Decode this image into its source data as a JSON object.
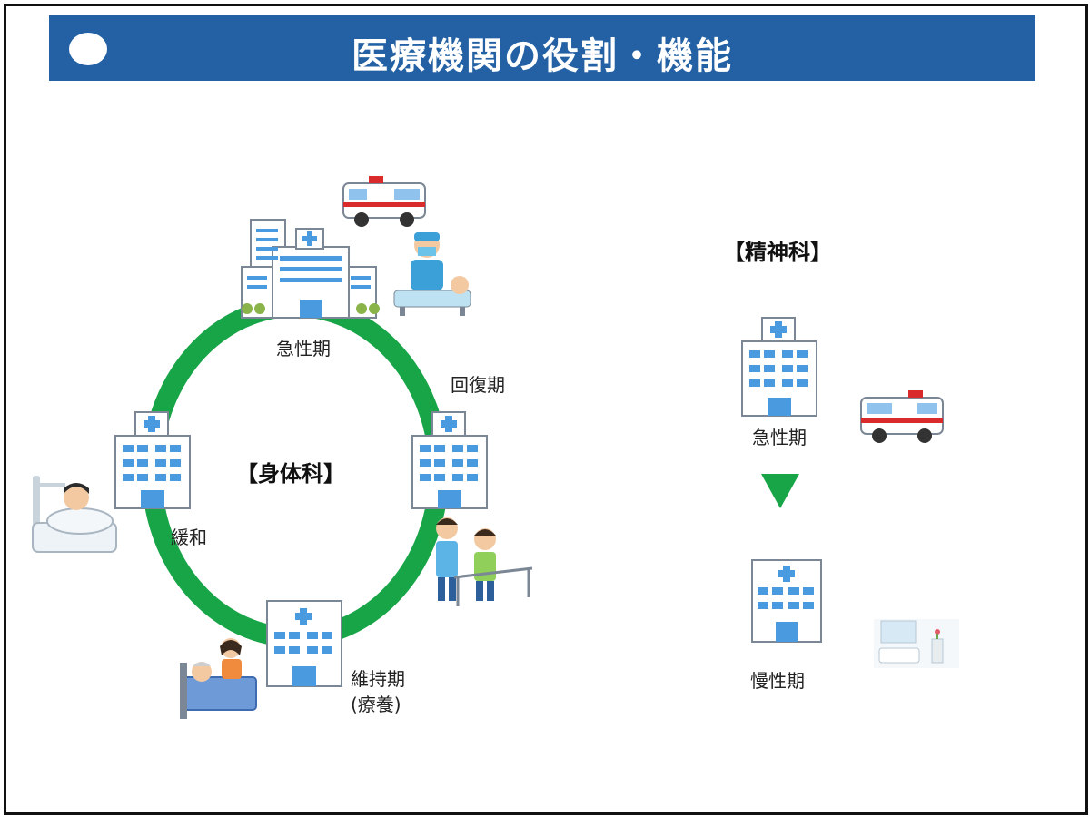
{
  "header": {
    "title": "医療機関の役割・機能"
  },
  "physical": {
    "heading": "【身体科】",
    "stages": {
      "acute": "急性期",
      "recovery": "回復期",
      "maintenance_line1": "維持期",
      "maintenance_line2": "(療養)",
      "palliative": "緩和"
    }
  },
  "psychiatric": {
    "heading": "【精神科】",
    "stages": {
      "acute": "急性期",
      "chronic": "慢性期"
    }
  },
  "colors": {
    "header_bg": "#2361a4",
    "cycle_ring": "#18a547",
    "arrow": "#18a547",
    "hospital_window": "#4a9ae0"
  },
  "icons": [
    "hospital-icon",
    "ambulance-icon",
    "surgeon-icon",
    "bedridden-patient-icon",
    "rehab-therapist-icon",
    "caregiver-elderly-icon",
    "hospital-room-icon",
    "down-arrow-icon"
  ]
}
